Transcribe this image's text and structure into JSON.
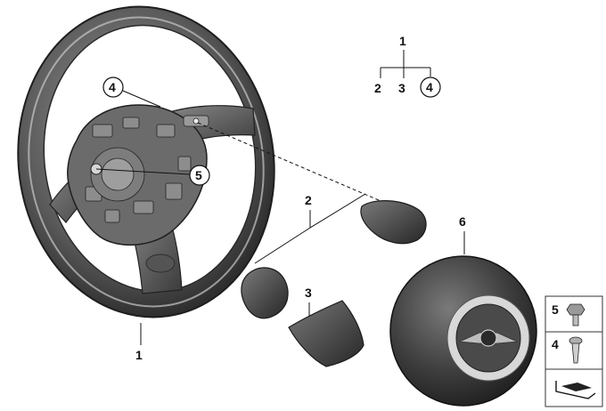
{
  "callouts": {
    "steering_wheel": "1",
    "tree_root": "1",
    "tree_left": "2",
    "tree_mid": "3",
    "tree_right": "4",
    "hub_screw_top": "4",
    "hub_screw_center": "5",
    "cover_pair": "2",
    "cover_lower": "3",
    "airbag": "6"
  },
  "legend": {
    "items": [
      {
        "number": "5",
        "part": "bolt"
      },
      {
        "number": "4",
        "part": "screw"
      }
    ]
  },
  "colors": {
    "ink": "#111111",
    "rim_dark": "#3c3c3c",
    "rim_mid": "#6f6f6f",
    "rim_light": "#b8b8b8",
    "plastic": "#4a4a4a",
    "badge_silver": "#cfcfcf"
  }
}
